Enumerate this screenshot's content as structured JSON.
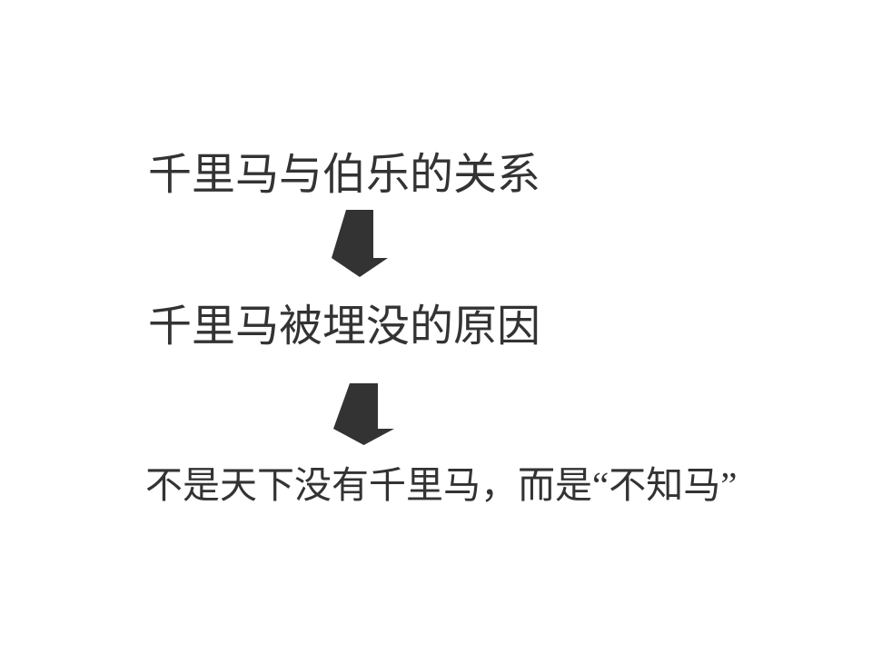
{
  "slide": {
    "colors": {
      "background": "#ffffff",
      "text": "#333333",
      "arrow": "#333333"
    },
    "steps": [
      {
        "text": "千里马与伯乐的关系"
      },
      {
        "text": "千里马被埋没的原因"
      },
      {
        "text": "不是天下没有千里马，而是“不知马”"
      }
    ]
  }
}
